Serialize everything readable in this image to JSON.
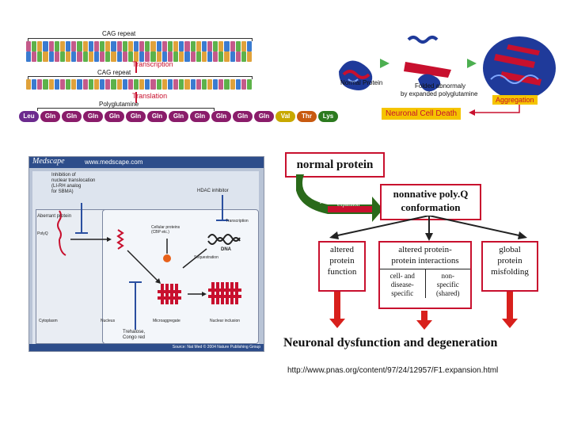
{
  "dna_panel": {
    "cag_repeat_1": "CAG repeat",
    "transcription": "Transcription",
    "cag_repeat_2": "CAG repeat",
    "translation": "Translation",
    "polyglutamine": "Polyglutamine",
    "amino_acids": [
      "Leu",
      "Gln",
      "Gln",
      "Gln",
      "Gln",
      "Gln",
      "Gln",
      "Gln",
      "Gln",
      "Gln",
      "Gln",
      "Gln",
      "Val",
      "Thr",
      "Lys"
    ],
    "colors": {
      "leu": "#6b2a8e",
      "gln": "#8a1c6a",
      "val": "#c8a800",
      "thr": "#c85a10",
      "lys": "#2c7a1f",
      "strand_a": "#c45a8a",
      "strand_b": "#3a7bd0",
      "strand_c": "#e0a23a",
      "strand_d": "#5db24a"
    }
  },
  "protein_panel": {
    "normal_protein": "Normal Protein",
    "folded_abnormally": "Folded abnormaly",
    "by_expanded": "by expanded polyglutamine",
    "aggregation": "Aggregation",
    "neuronal_cell_death": "Neuronal Cell Death",
    "colors": {
      "red": "#c8102e",
      "blue": "#1f3a9a",
      "arrow_green": "#4caf50",
      "box_yellow": "#f5c400"
    }
  },
  "medscape": {
    "brand": "Medscape",
    "site": "www.medscape.com",
    "inhibition": [
      "Inhibition of",
      "nuclear translocation",
      "(LI-RH analog",
      "for SBMA)"
    ],
    "hdac": "HDAC inhibitor",
    "aberrant": "Aberrant protein",
    "polyq": "PolyQ",
    "cellular": [
      "Cellular proteins",
      "(CBP etc.)"
    ],
    "transcription": "Transcription",
    "dna": "DNA",
    "sequestration": "Sequestration",
    "cytoplasm": "Cytoplasm",
    "nucleus": "Nucleus",
    "microaggregate": "Microaggregate",
    "nuclear_inclusion": "Nuclear inclusion",
    "trehalose": [
      "Trehalose,",
      "Congo red"
    ],
    "source": "Source: Nat Med © 2004 Nature Publishing Group"
  },
  "flow": {
    "normal_protein": "normal protein",
    "polyq": "poly.Q",
    "expansion": "expansion",
    "nonnative": [
      "nonnative poly.Q",
      "conformation"
    ],
    "altered_protein_function": [
      "altered",
      "protein",
      "function"
    ],
    "altered_interactions": [
      "altered protein-",
      "protein interactions"
    ],
    "cell_disease": [
      "cell- and",
      "disease-",
      "specific"
    ],
    "nonspecific": [
      "non-",
      "specific",
      "(shared)"
    ],
    "global_misfolding": [
      "global",
      "protein",
      "misfolding"
    ],
    "outcome": "Neuronal dysfunction and degeneration"
  },
  "url": "http://www.pnas.org/content/97/24/12957/F1.expansion.html"
}
